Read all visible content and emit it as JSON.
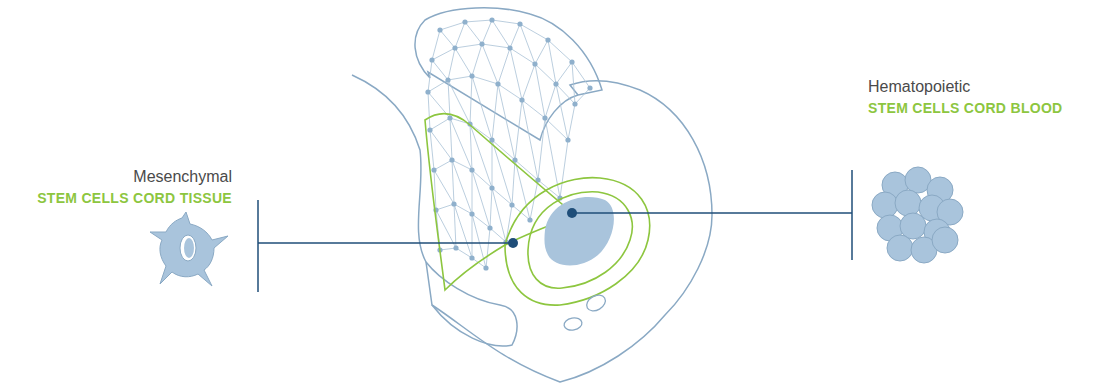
{
  "diagram": {
    "labels": [
      "Mesenchymal",
      "STEM CELLS CORD TISSUE",
      "Hematopoietic",
      "STEM CELLS CORD BLOOD"
    ]
  }
}
